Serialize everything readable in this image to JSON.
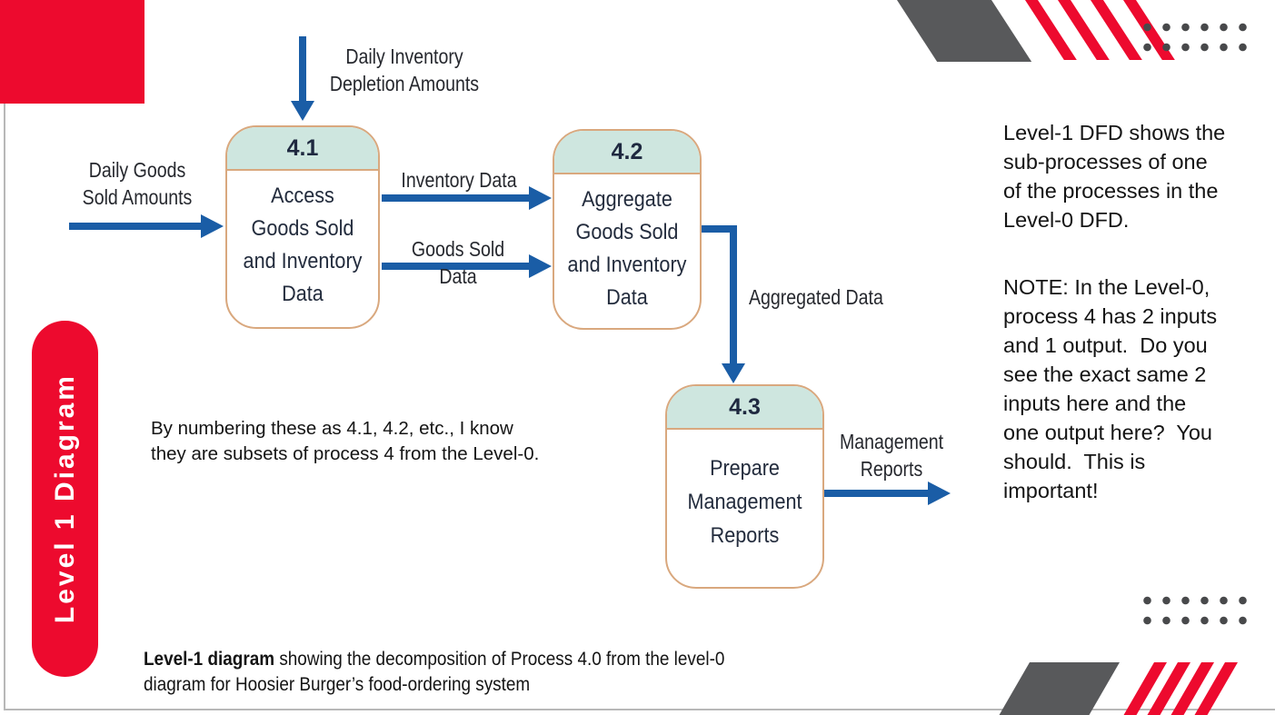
{
  "colors": {
    "accent_red": "#ED0A2E",
    "decor_gray": "#58595B",
    "arrow_blue": "#1A5DA6",
    "process_border": "#D9A87E",
    "process_header_fill": "#CEE6DF"
  },
  "banner": {
    "label": "Level 1 Diagram"
  },
  "diagram": {
    "processes": [
      {
        "number": "4.1",
        "name": "Access\nGoods Sold\nand Inventory\nData"
      },
      {
        "number": "4.2",
        "name": "Aggregate\nGoods Sold\nand Inventory\nData"
      },
      {
        "number": "4.3",
        "name": "Prepare\nManagement\nReports"
      }
    ],
    "flow_labels": {
      "depletion": "Daily Inventory\nDepletion Amounts",
      "daily_goods": "Daily Goods\nSold Amounts",
      "inventory_data": "Inventory Data",
      "goods_sold_data": "Goods Sold Data",
      "aggregated": "Aggregated Data",
      "management": "Management\nReports"
    }
  },
  "annotations": {
    "side_note": "By numbering these as 4.1, 4.2, etc., I know\nthey are subsets of process 4 from the Level-0.",
    "right_para_1": "Level-1 DFD shows the\nsub-processes of one\nof the processes in the\nLevel-0 DFD.",
    "right_para_2": "NOTE: In the Level-0,\nprocess 4 has 2 inputs\nand 1 output.  Do you\nsee the exact same 2\ninputs here and the\none output here?  You\nshould.  This is\nimportant!",
    "caption_bold": "Level-1 diagram",
    "caption_rest": " showing the decomposition of Process 4.0 from the level-0\ndiagram for Hoosier Burger’s food-ordering system"
  }
}
